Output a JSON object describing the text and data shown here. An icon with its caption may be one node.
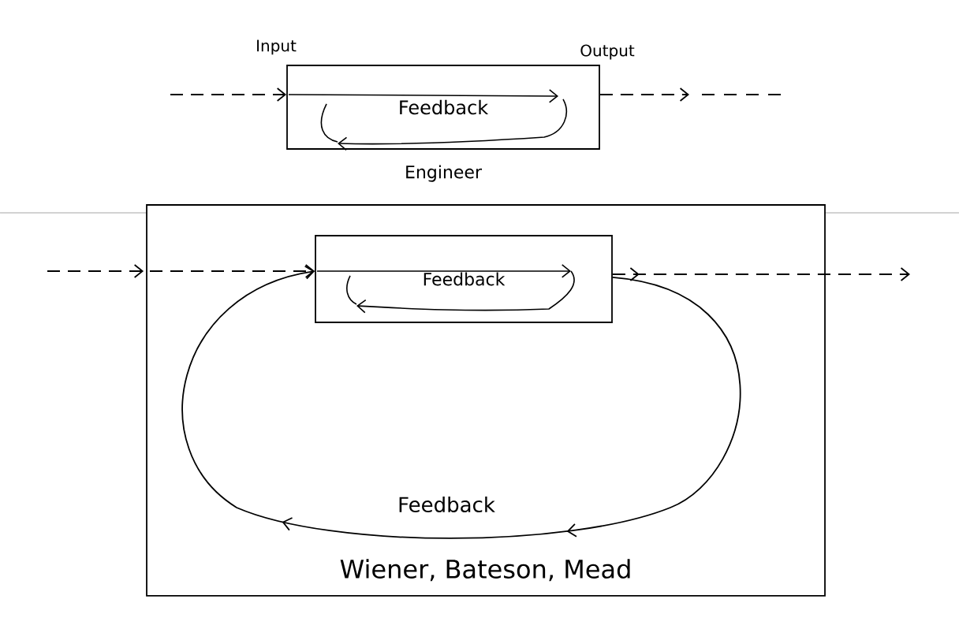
{
  "diagram": {
    "nodes": [
      {
        "text": [
          "Feedback"
        ],
        "beside": [
          "Engineer"
        ]
      },
      {
        "text": [
          "Wiener, Bateson, Mead"
        ]
      },
      {
        "text": [
          "Feedback"
        ],
        "in": 1
      }
    ],
    "edges": [
      {
        "from": null,
        "to": 0,
        "arrow": "to",
        "style": "dashed"
      },
      {
        "from": 0,
        "to": null,
        "arrow": "to",
        "style": "dashed"
      },
      {
        "from": null,
        "to": 2,
        "arrow": "to",
        "style": "dashed"
      },
      {
        "from": 2,
        "to": null,
        "arrow": "to",
        "style": "dashed"
      },
      {
        "from": 2,
        "to": 2,
        "arrow": "to",
        "label": "Feedback"
      }
    ],
    "labels": [
      "Input",
      "Output"
    ]
  }
}
